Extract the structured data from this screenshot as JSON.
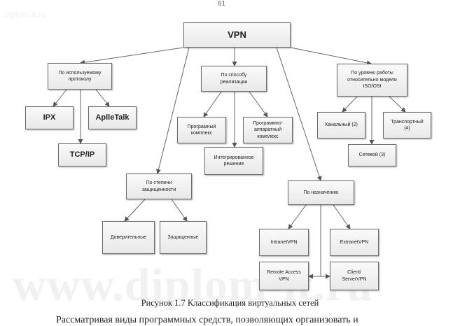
{
  "page_number": "61",
  "watermark_small": "diplom-it.ru",
  "watermark_big": "www.diplom-it.ru",
  "diagram": {
    "root": "VPN",
    "by_protocol": {
      "label": "По используемому\nпротоколу",
      "children": [
        "IPX",
        "AplleTalk",
        "TCP/IP"
      ]
    },
    "by_implementation": {
      "label": "По способу\nреализации",
      "children": [
        "Програмный\nкомплекс",
        "Программно-\nаппаратный\nкомплекс",
        "Интегрированное\nрешение"
      ]
    },
    "by_osi_level": {
      "label": "По уровню работы\nотносительно модели\nISO/OSI",
      "children": [
        "Канальный (2)",
        "Транспортный\n(4)",
        "Сетевой (3)"
      ]
    },
    "by_security": {
      "label": "По степени\nзащищенности",
      "children": [
        "Доверительные",
        "Защищенные"
      ]
    },
    "by_purpose": {
      "label": "По назначению",
      "children": [
        "IntranetVPN",
        "ExtranetVPN",
        "Remote Access\nVPN",
        "Client/\nServerVPN"
      ]
    }
  },
  "caption": "Рисунок 1.7  Классификация виртуальных сетей",
  "body_text": "Рассматривая виды программных средств, позволяющих организовать и"
}
